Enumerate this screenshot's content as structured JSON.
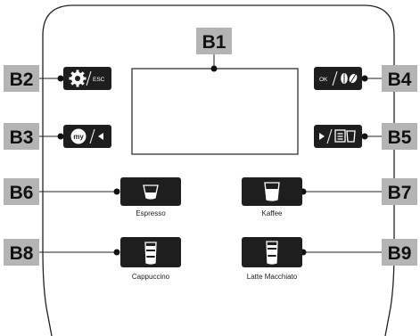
{
  "callouts": {
    "b1": "B1",
    "b2": "B2",
    "b3": "B3",
    "b4": "B4",
    "b5": "B5",
    "b6": "B6",
    "b7": "B7",
    "b8": "B8",
    "b9": "B9"
  },
  "buttons": {
    "settings_esc": {
      "icon": "gear-icon",
      "text": "ESC"
    },
    "my": {
      "icon": "my-icon",
      "text": "my"
    },
    "ok_beans": {
      "icon": "coffee-beans-icon",
      "text": "OK"
    },
    "play_menu": {
      "icon": "play-icon"
    },
    "espresso": {
      "icon": "espresso-cup-icon",
      "label": "Espresso"
    },
    "kaffee": {
      "icon": "coffee-cup-icon",
      "label": "Kaffee"
    },
    "cappuccino": {
      "icon": "cappuccino-glass-icon",
      "label": "Cappuccino"
    },
    "latte": {
      "icon": "latte-glass-icon",
      "label": "Latte Macchiato"
    }
  },
  "colors": {
    "label_bg": "#b4b4b4",
    "button_bg": "#1e1e1e",
    "outline": "#222222"
  }
}
